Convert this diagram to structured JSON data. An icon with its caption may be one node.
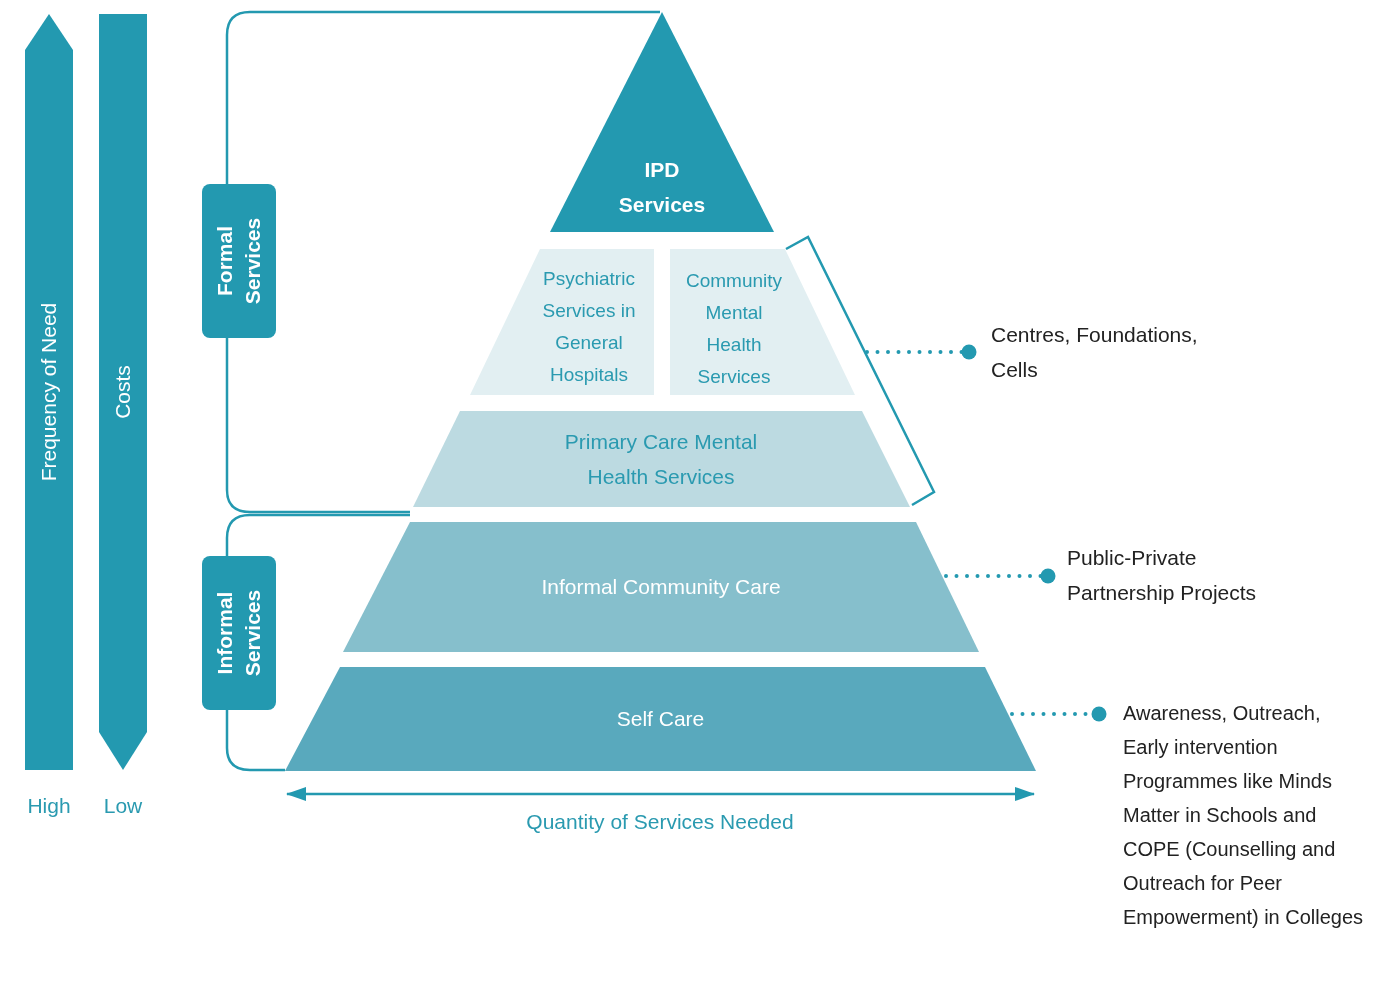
{
  "diagram": {
    "nodes": [
      {
        "text": [
          "Frequency of Need"
        ],
        "beside": [
          "High"
        ]
      },
      {
        "text": [
          "Costs"
        ],
        "beside": [
          "Low"
        ]
      },
      {
        "text": [
          "Formal Services"
        ]
      },
      {
        "text": [
          "Informal Services"
        ]
      },
      {
        "text": [
          "IPD Services"
        ]
      },
      {
        "text": [
          "Psychiatric Services in General Hospitals"
        ]
      },
      {
        "text": [
          "Community Mental Health Services"
        ]
      },
      {
        "text": [
          "Primary Care Mental Health Services"
        ]
      },
      {
        "text": [
          "Informal Community Care"
        ]
      },
      {
        "text": [
          "Self Care"
        ]
      },
      {
        "text": [
          "Centres, Foundations, Cells"
        ]
      },
      {
        "text": [
          "Public-Private Partnership Projects"
        ]
      },
      {
        "text": [
          "Awareness, Outreach, Early intervention Programmes like Minds Matter in Schools and COPE (Counselling and Outreach for Peer Empowerment) in Colleges"
        ]
      },
      {
        "text": [],
        "shape": "bracket"
      }
    ],
    "edges": [
      {
        "from": 13,
        "to": 10,
        "arrow": "other",
        "style": "dashed"
      },
      {
        "from": 8,
        "to": 11,
        "arrow": "other",
        "style": "dashed"
      },
      {
        "from": 9,
        "to": 12,
        "arrow": "other",
        "style": "dashed"
      }
    ],
    "labels": [
      "Quantity of Services Needed"
    ]
  }
}
